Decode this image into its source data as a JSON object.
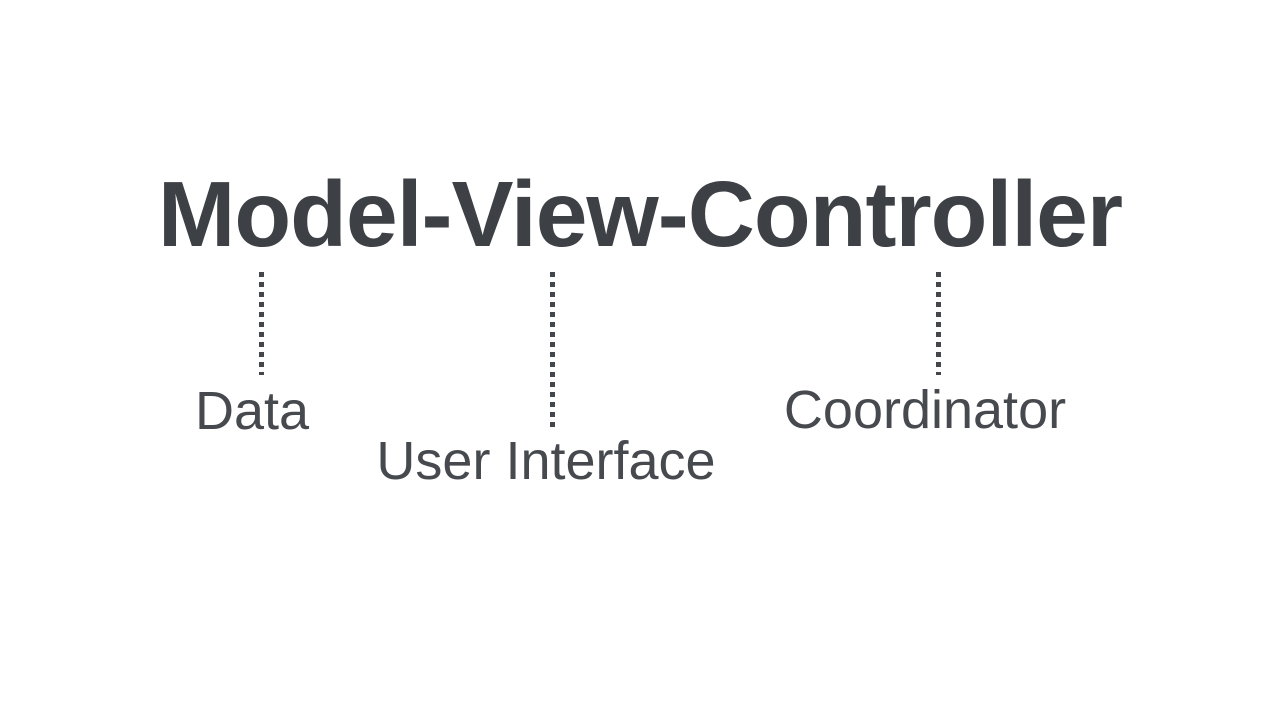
{
  "diagram": {
    "title": "Model-View-Controller",
    "annotations": [
      {
        "term": "Model",
        "label": "Data"
      },
      {
        "term": "View",
        "label": "User Interface"
      },
      {
        "term": "Controller",
        "label": "Coordinator"
      }
    ],
    "colors": {
      "background": "#ffffff",
      "title_text": "#3d4146",
      "label_text": "#46494e",
      "dotted_line": "#43474c"
    }
  }
}
